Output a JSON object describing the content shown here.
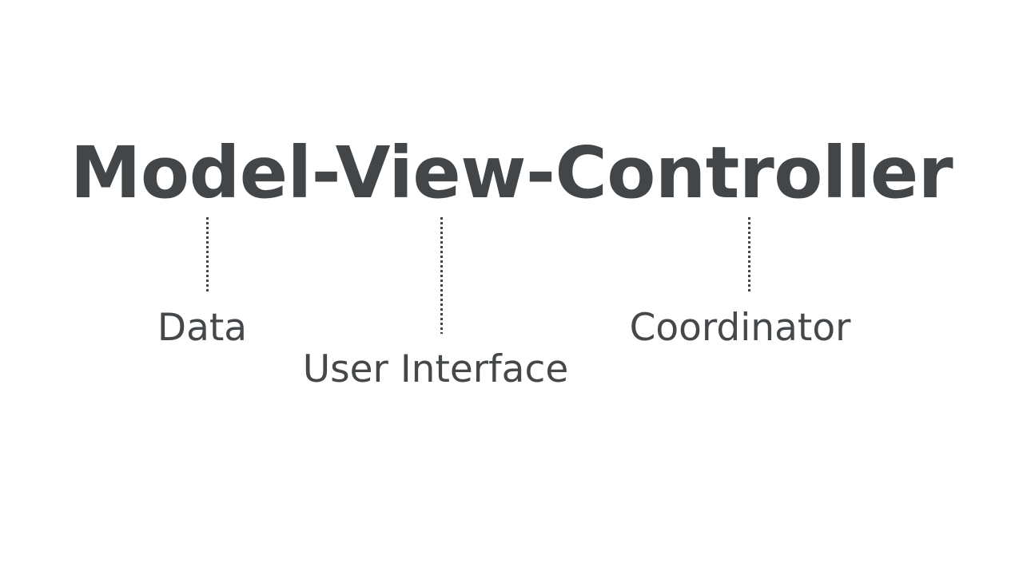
{
  "slide": {
    "background_color": "#ffffff",
    "text_color": "#434649",
    "title": "Model-View-Controller",
    "components": [
      {
        "term": "Model",
        "label": "Data",
        "connector": "dotted-vertical-line"
      },
      {
        "term": "View",
        "label": "User Interface",
        "connector": "dotted-vertical-line"
      },
      {
        "term": "Controller",
        "label": "Coordinator",
        "connector": "dotted-vertical-line"
      }
    ]
  }
}
